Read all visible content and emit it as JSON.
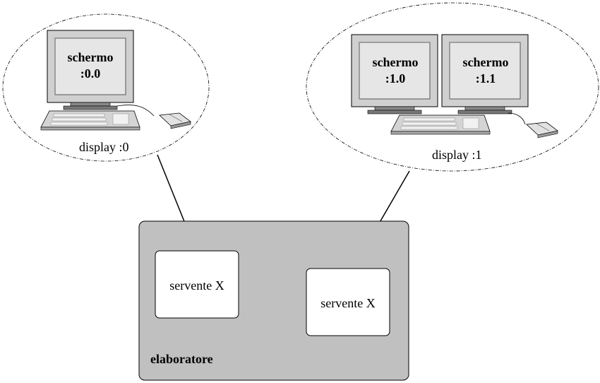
{
  "colors": {
    "background": "#ffffff",
    "computer_box": "#c0c0c0",
    "server_box": "#ffffff",
    "monitor_frame": "#d0d0d0",
    "monitor_screen": "#e6e6e6",
    "stroke": "#000000"
  },
  "displays": [
    {
      "label": "display :0",
      "screens": [
        {
          "line1": "schermo",
          "line2": ":0.0"
        }
      ]
    },
    {
      "label": "display :1",
      "screens": [
        {
          "line1": "schermo",
          "line2": ":1.0"
        },
        {
          "line1": "schermo",
          "line2": ":1.1"
        }
      ]
    }
  ],
  "computer": {
    "label": "elaboratore",
    "servers": [
      {
        "label": "servente X"
      },
      {
        "label": "servente X"
      }
    ]
  }
}
